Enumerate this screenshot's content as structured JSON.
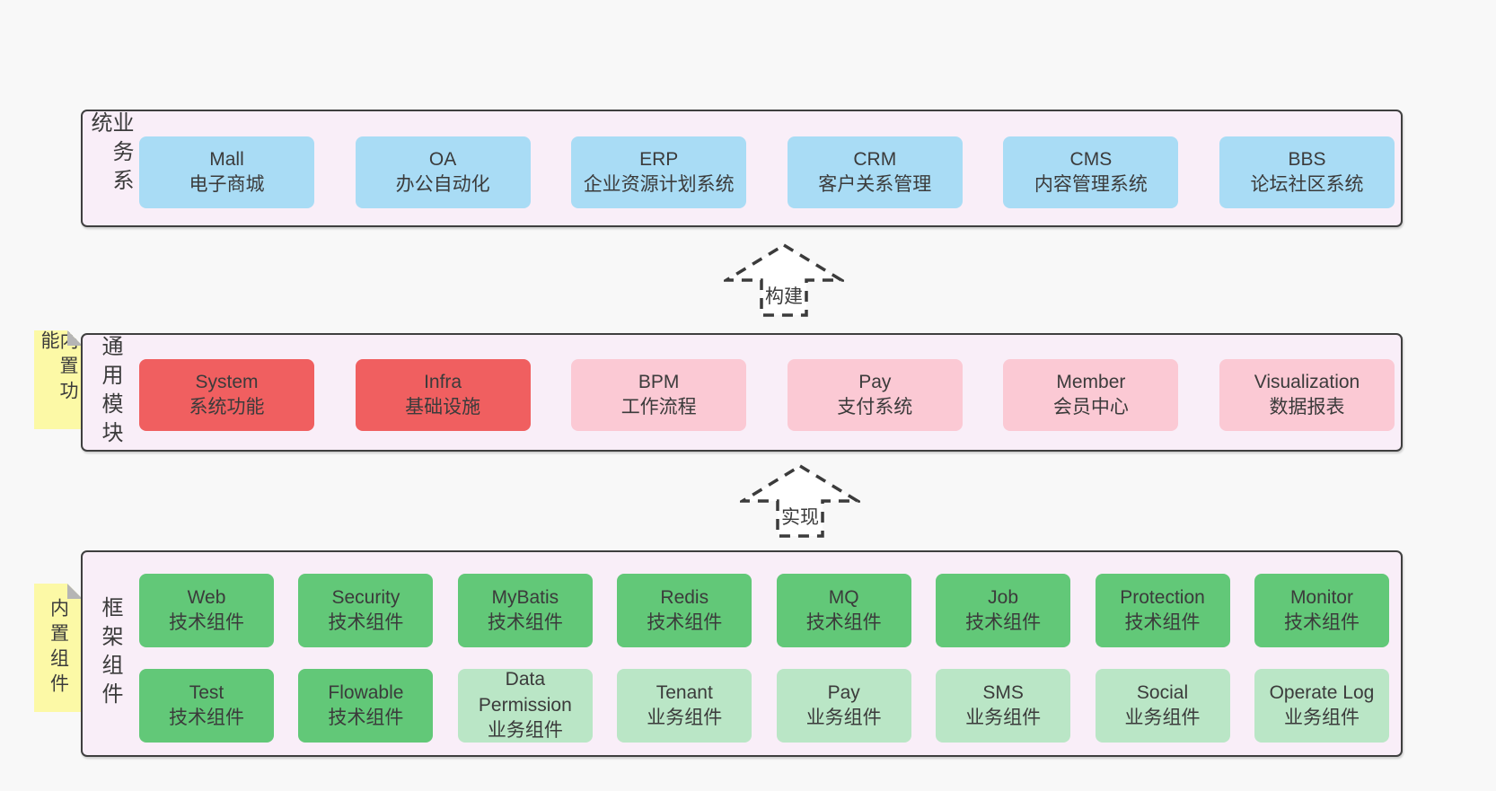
{
  "colors": {
    "page_bg": "#f8f8f8",
    "band_bg": "#f9eef8",
    "band_border": "#3f3f3f",
    "blue": "#a9dcf5",
    "red": "#f05f60",
    "pink": "#fbc9d4",
    "green": "#62c878",
    "light_green": "#bae6c6",
    "note_yellow": "#fcf9a6",
    "note_fold": "#b5b5b5",
    "text": "#3b3b3b"
  },
  "arrows": {
    "build": "构建",
    "implement": "实现"
  },
  "bands": {
    "business": {
      "label": "业务系统",
      "boxes": [
        {
          "en": "Mall",
          "zh": "电子商城",
          "variant": "blue"
        },
        {
          "en": "OA",
          "zh": "办公自动化",
          "variant": "blue"
        },
        {
          "en": "ERP",
          "zh": "企业资源计划系统",
          "variant": "blue"
        },
        {
          "en": "CRM",
          "zh": "客户关系管理",
          "variant": "blue"
        },
        {
          "en": "CMS",
          "zh": "内容管理系统",
          "variant": "blue"
        },
        {
          "en": "BBS",
          "zh": "论坛社区系统",
          "variant": "blue"
        }
      ]
    },
    "modules": {
      "label": "通用模块",
      "note": "内置功能",
      "boxes": [
        {
          "en": "System",
          "zh": "系统功能",
          "variant": "red"
        },
        {
          "en": "Infra",
          "zh": "基础设施",
          "variant": "red"
        },
        {
          "en": "BPM",
          "zh": "工作流程",
          "variant": "pink"
        },
        {
          "en": "Pay",
          "zh": "支付系统",
          "variant": "pink"
        },
        {
          "en": "Member",
          "zh": "会员中心",
          "variant": "pink"
        },
        {
          "en": "Visualization",
          "zh": "数据报表",
          "variant": "pink"
        }
      ]
    },
    "components": {
      "label": "框架组件",
      "note": "内置组件",
      "row1": [
        {
          "en": "Web",
          "zh": "技术组件",
          "variant": "green"
        },
        {
          "en": "Security",
          "zh": "技术组件",
          "variant": "green"
        },
        {
          "en": "MyBatis",
          "zh": "技术组件",
          "variant": "green"
        },
        {
          "en": "Redis",
          "zh": "技术组件",
          "variant": "green"
        },
        {
          "en": "MQ",
          "zh": "技术组件",
          "variant": "green"
        },
        {
          "en": "Job",
          "zh": "技术组件",
          "variant": "green"
        },
        {
          "en": "Protection",
          "zh": "技术组件",
          "variant": "green"
        },
        {
          "en": "Monitor",
          "zh": "技术组件",
          "variant": "green"
        }
      ],
      "row2": [
        {
          "en": "Test",
          "zh": "技术组件",
          "variant": "green"
        },
        {
          "en": "Flowable",
          "zh": "技术组件",
          "variant": "green"
        },
        {
          "en": "Data Permission",
          "zh": "业务组件",
          "variant": "lightgreen"
        },
        {
          "en": "Tenant",
          "zh": "业务组件",
          "variant": "lightgreen"
        },
        {
          "en": "Pay",
          "zh": "业务组件",
          "variant": "lightgreen"
        },
        {
          "en": "SMS",
          "zh": "业务组件",
          "variant": "lightgreen"
        },
        {
          "en": "Social",
          "zh": "业务组件",
          "variant": "lightgreen"
        },
        {
          "en": "Operate Log",
          "zh": "业务组件",
          "variant": "lightgreen"
        }
      ]
    }
  }
}
